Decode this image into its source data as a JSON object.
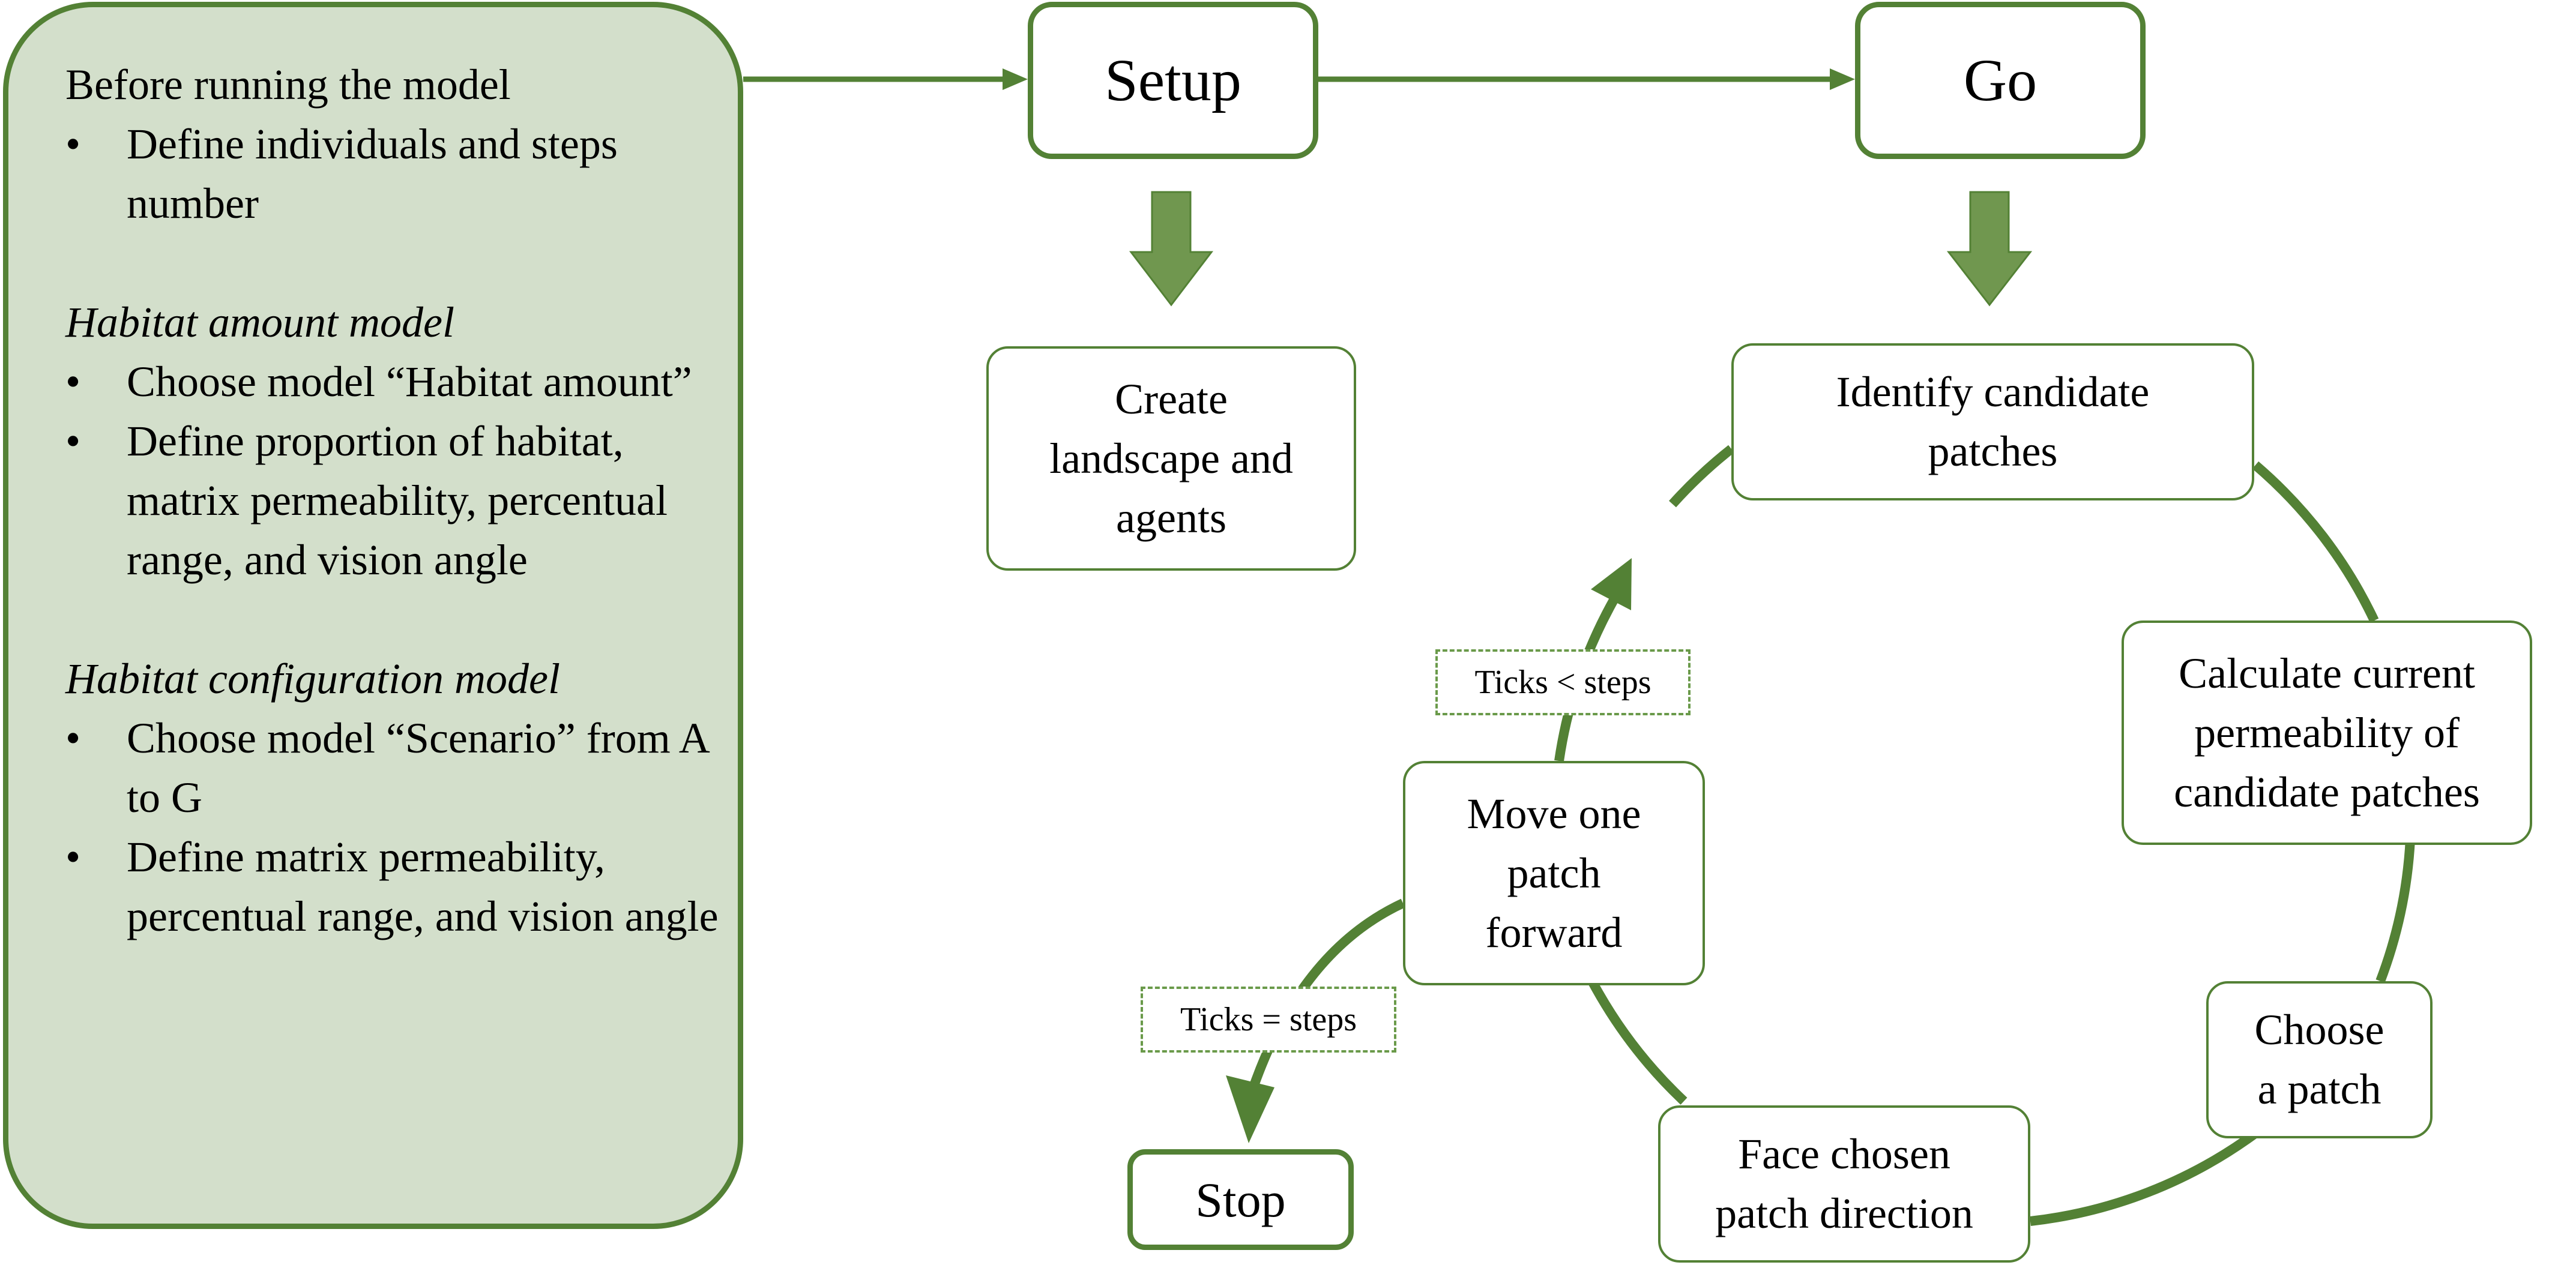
{
  "left_panel": {
    "intro": "Before running the model",
    "intro_items": [
      "Define individuals and steps number"
    ],
    "habitat_amount": {
      "heading": "Habitat amount model",
      "items": [
        "Choose model “Habitat amount”",
        "Define proportion of habitat, matrix permeability, percentual range, and vision angle"
      ]
    },
    "habitat_configuration": {
      "heading": "Habitat configuration model",
      "items": [
        "Choose model “Scenario” from A to G",
        "Define matrix permeability, percentual range, and vision angle"
      ]
    },
    "bullet": "•"
  },
  "nodes": {
    "setup": "Setup",
    "go": "Go",
    "stop": "Stop",
    "create": [
      "Create",
      "landscape and",
      "agents"
    ],
    "identify": [
      "Identify candidate",
      "patches"
    ],
    "calculate": [
      "Calculate current",
      "permeability of",
      "candidate patches"
    ],
    "choose": [
      "Choose",
      "a patch"
    ],
    "face": [
      "Face chosen",
      "patch direction"
    ],
    "move": [
      "Move one",
      "patch",
      "forward"
    ]
  },
  "conditions": {
    "continue": "Ticks < steps",
    "stop": "Ticks = steps"
  },
  "colors": {
    "accent": "#538135",
    "arrow_fill": "#70974f",
    "panel_fill": "#d3dfcb",
    "dashed_border": "#6a9a4a"
  }
}
